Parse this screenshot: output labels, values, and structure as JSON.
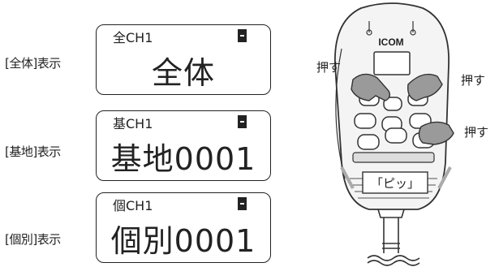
{
  "rows": [
    {
      "label": "[全体]表示",
      "channel": "全CH1",
      "display": "全体"
    },
    {
      "label": "[基地]表示",
      "channel": "基CH1",
      "display": "基地0001"
    },
    {
      "label": "[個別]表示",
      "channel": "個CH1",
      "display": "個別0001"
    }
  ],
  "mic": {
    "brand": "ICOM",
    "press_labels": [
      "押す",
      "押す",
      "押す"
    ],
    "beep": "「ピッ」"
  }
}
